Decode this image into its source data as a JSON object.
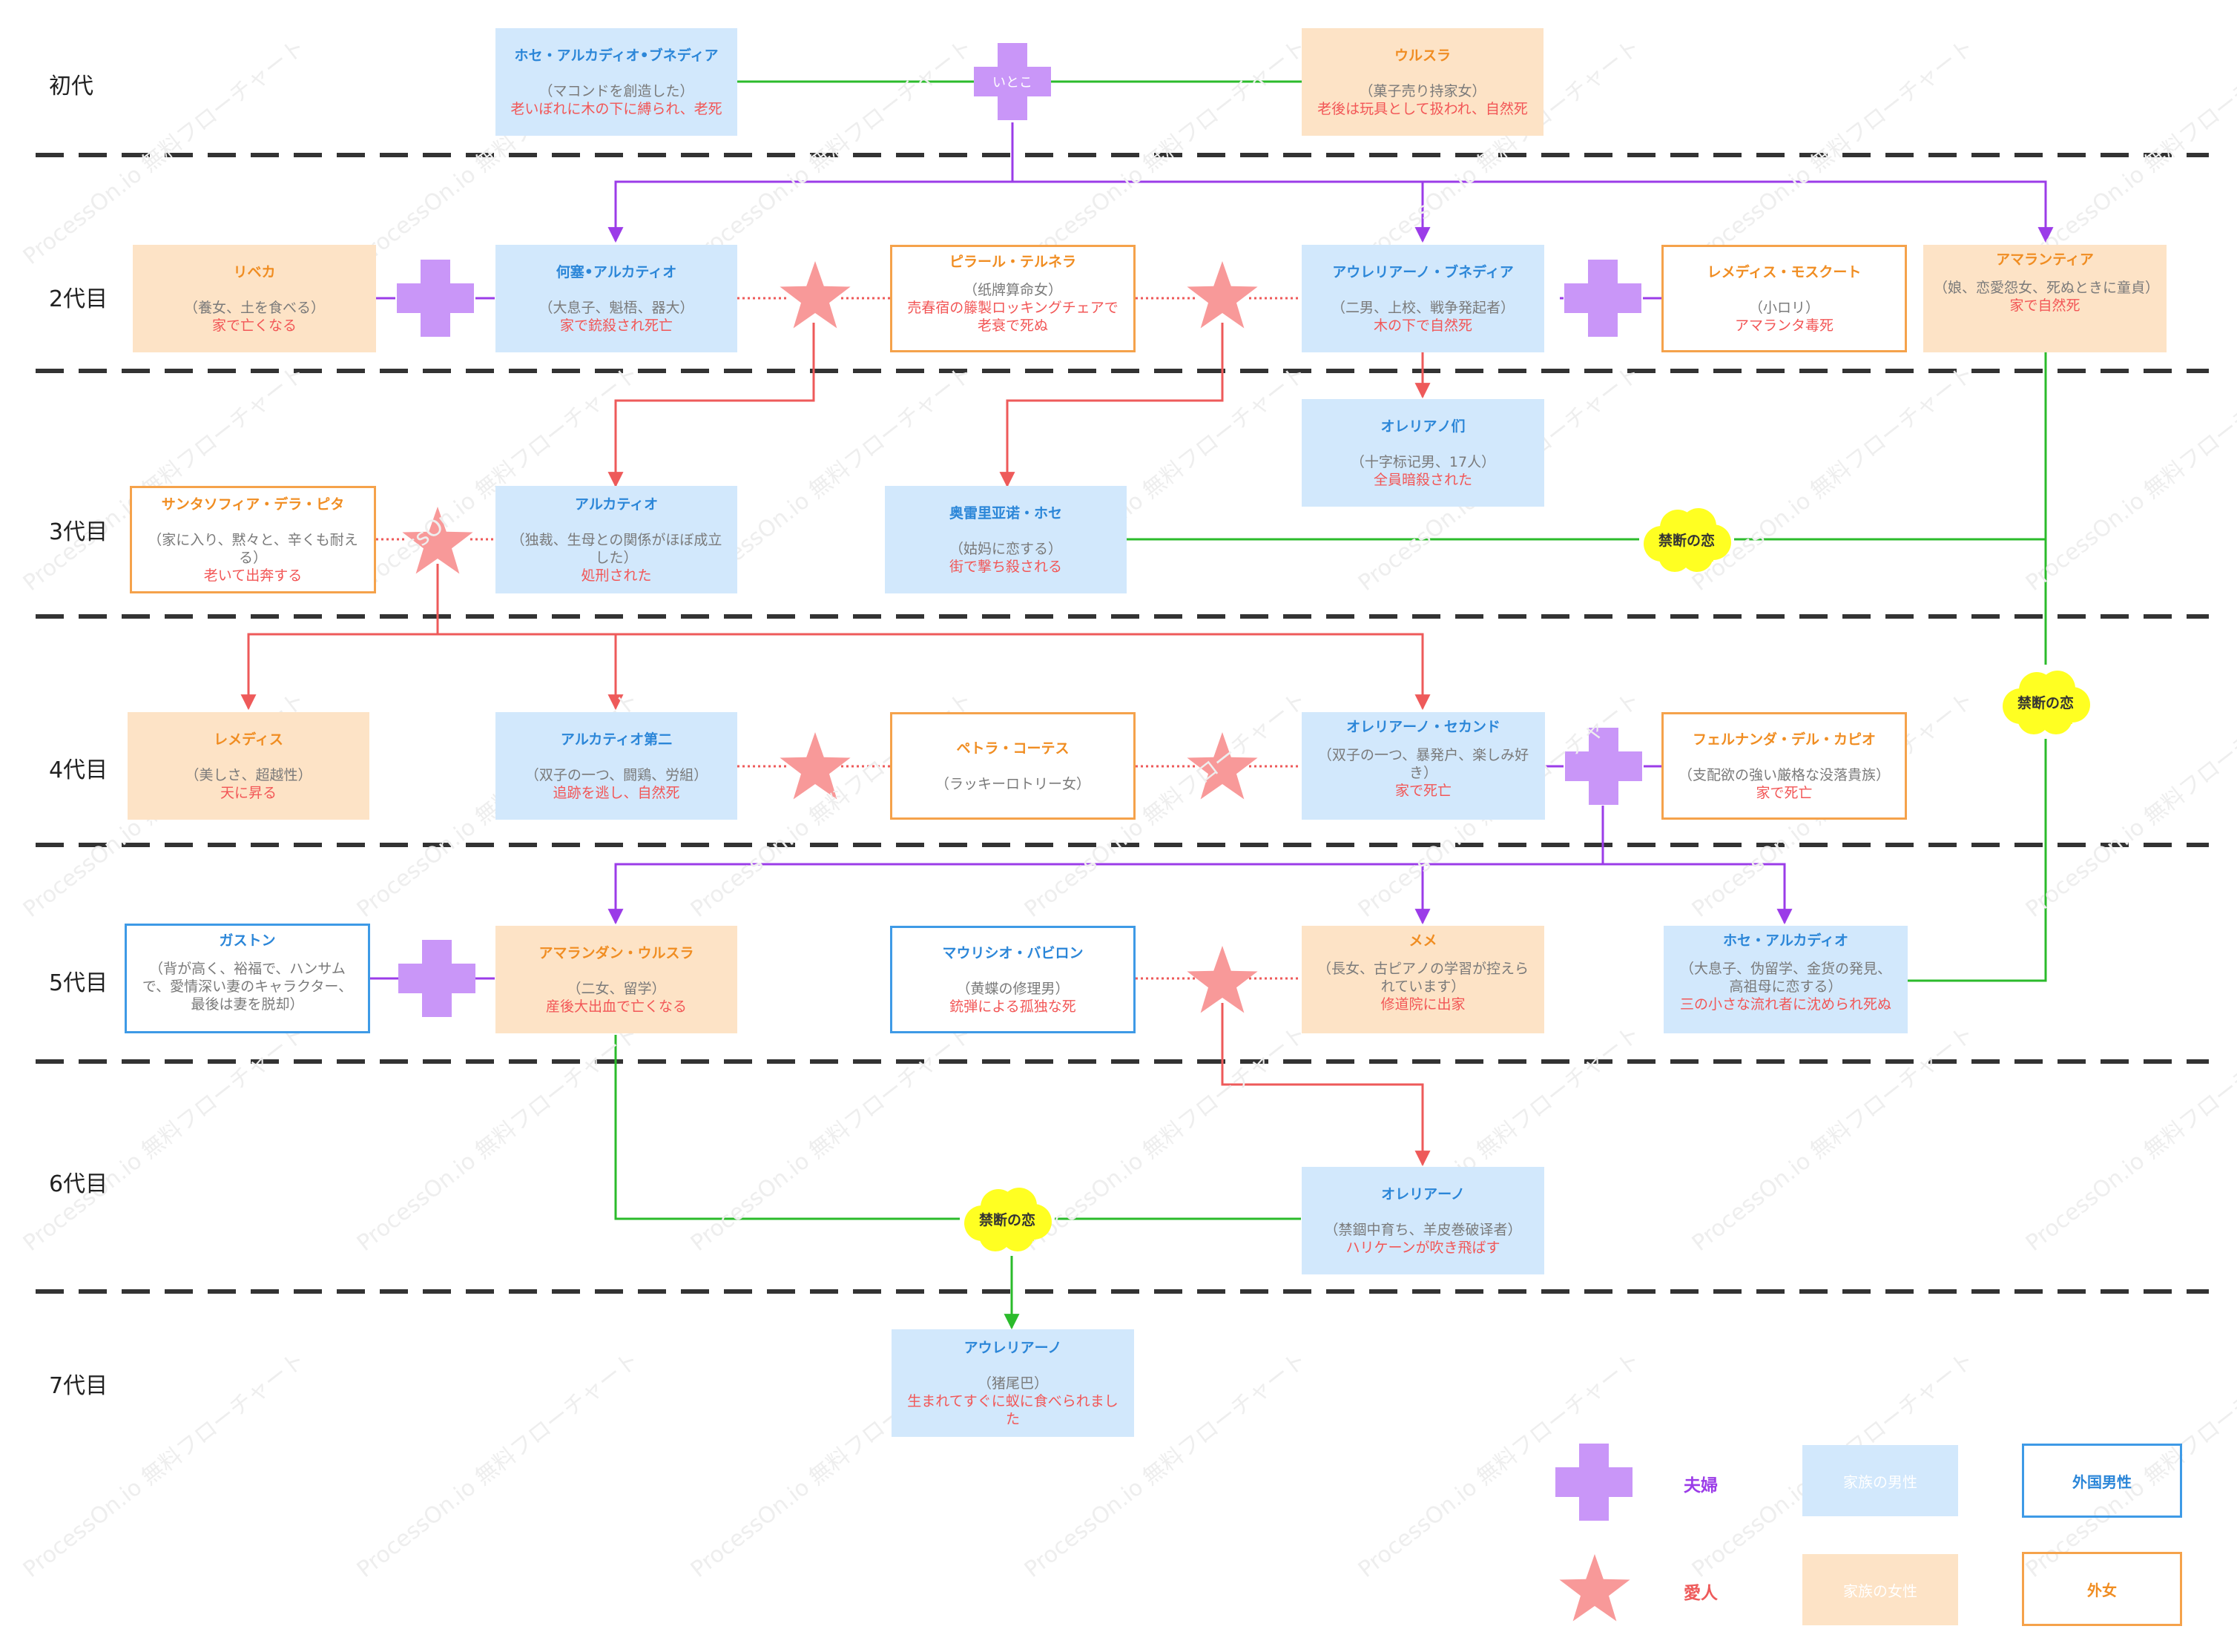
{
  "generations": [
    "初代",
    "2代目",
    "3代目",
    "4代目",
    "5代目",
    "6代目",
    "7代目"
  ],
  "people": {
    "jose_arcadio_1": {
      "name": "ホセ・アルカディオ•ブネディア",
      "desc": "（マコンドを創造した）",
      "death": "老いぼれに木の下に縛られ、老死"
    },
    "ursula": {
      "name": "ウルスラ",
      "desc": "（菓子売り持家女）",
      "death": "老後は玩具として扱われ、自然死"
    },
    "rebeca": {
      "name": "リベカ",
      "desc": "（養女、土を食べる）",
      "death": "家で亡くなる"
    },
    "jose_arcadio_2": {
      "name": "何塞•アルカティオ",
      "desc": "（大息子、魁梧、器大）",
      "death": "家で銃殺され死亡"
    },
    "pilar": {
      "name": "ピラール・テルネラ",
      "desc": "（纸牌算命女）",
      "death": "売春宿の籐製ロッキングチェアで老衰で死ぬ"
    },
    "aureliano_2": {
      "name": "アウレリアーノ・ブネディア",
      "desc": "（二男、上校、戦争発起者）",
      "death": "木の下で自然死"
    },
    "remedios_m": {
      "name": "レメディス・モスクート",
      "desc": "（小ロリ）",
      "death": "アマランタ毒死"
    },
    "amaranta": {
      "name": "アマランティア",
      "desc": "（娘、恋愛怨女、死ぬときに童貞）",
      "death": "家で自然死"
    },
    "aurelianos_17": {
      "name": "オレリアノ们",
      "desc": "（十字标记男、17人）",
      "death": "全員暗殺された"
    },
    "santa_sofia": {
      "name": "サンタソフィア・デラ・ピタ",
      "desc": "（家に入り、黙々と、辛くも耐える）",
      "death": "老いて出奔する"
    },
    "arcadio_3": {
      "name": "アルカティオ",
      "desc": "（独裁、生母との関係がほぼ成立した）",
      "death": "処刑された"
    },
    "aureliano_jose": {
      "name": "奥雷里亚诺・ホセ",
      "desc": "（姑妈に恋する）",
      "death": "街で撃ち殺される"
    },
    "remedios_b": {
      "name": "レメディス",
      "desc": "（美しさ、超越性）",
      "death": "天に昇る"
    },
    "arcadio_segundo": {
      "name": "アルカティオ第二",
      "desc": "（双子の一つ、闘鶏、労組）",
      "death": "追跡を逃し、自然死"
    },
    "petra": {
      "name": "ペトラ・コーテス",
      "desc": "（ラッキーロトリー女）",
      "death": ""
    },
    "aureliano_segundo": {
      "name": "オレリアーノ・セカンド",
      "desc": "（双子の一つ、暴発户、楽しみ好き）",
      "death": "家で死亡"
    },
    "fernanda": {
      "name": "フェルナンダ・デル・カピオ",
      "desc": "（支配欲の強い厳格な没落貴族）",
      "death": "家で死亡"
    },
    "gaston": {
      "name": "ガストン",
      "desc": "（背が高く、裕福で、ハンサムで、愛情深い妻のキャラクター、最後は妻を脱却）",
      "death": ""
    },
    "amaranta_ursula": {
      "name": "アマランダン・ウルスラ",
      "desc": "（二女、留学）",
      "death": "産後大出血で亡くなる"
    },
    "mauricio": {
      "name": "マウリシオ・バビロン",
      "desc": "（黄蝶の修理男）",
      "death": "銃弾による孤独な死"
    },
    "meme": {
      "name": "メメ",
      "desc": "（長女、古ピアノの学習が控えられています）",
      "death": "修道院に出家"
    },
    "jose_arcadio_5": {
      "name": "ホセ・アルカディオ",
      "desc": "（大息子、伪留学、金货の発見、高祖母に恋する）",
      "death": "三の小さな流れ者に沈められ死ぬ"
    },
    "aureliano_6": {
      "name": "オレリアーノ",
      "desc": "（禁錮中育ち、羊皮巻破译者）",
      "death": "ハリケーンが吹き飛ばす"
    },
    "aureliano_7": {
      "name": "アウレリアーノ",
      "desc": "（猪尾巴）",
      "death": "生まれてすぐに蚁に食べられました"
    }
  },
  "labels": {
    "itoko": "いとこ",
    "forbidden_love": "禁断の恋"
  },
  "legend": {
    "couple": "夫婦",
    "lover": "愛人",
    "family_male": "家族の男性",
    "family_female": "家族の女性",
    "foreign_male": "外国男性",
    "foreign_female": "外女"
  },
  "watermark": "ProcessOn.io 無料フローチャート",
  "colors": {
    "family_male_fill": "#d2e8fc",
    "family_female_fill": "#fde3c6",
    "foreign_male_border": "#3e9ae6",
    "foreign_female_border": "#f5a24b",
    "couple": "#c996f8",
    "couple_line": "#9b3ce8",
    "lover": "#f89999",
    "lover_line": "#ee5a5a",
    "forbidden_line": "#2bbb2b",
    "cloud": "#ffff22"
  }
}
